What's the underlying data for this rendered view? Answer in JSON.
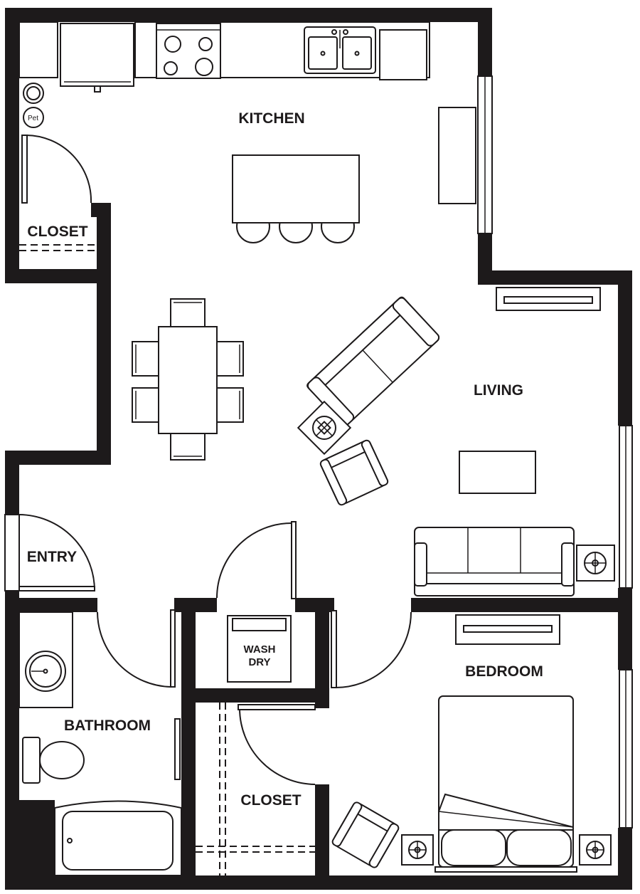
{
  "rooms": {
    "kitchen": "KITCHEN",
    "living": "LIVING",
    "closet_top": "CLOSET",
    "entry": "ENTRY",
    "bathroom": "BATHROOM",
    "closet_bottom": "CLOSET",
    "bedroom": "BEDROOM"
  },
  "appliances": {
    "washer_line1": "WASH",
    "washer_line2": "DRY",
    "pet_label": "Pet"
  },
  "colors": {
    "wall": "#1d1a1b",
    "background": "#ffffff"
  }
}
